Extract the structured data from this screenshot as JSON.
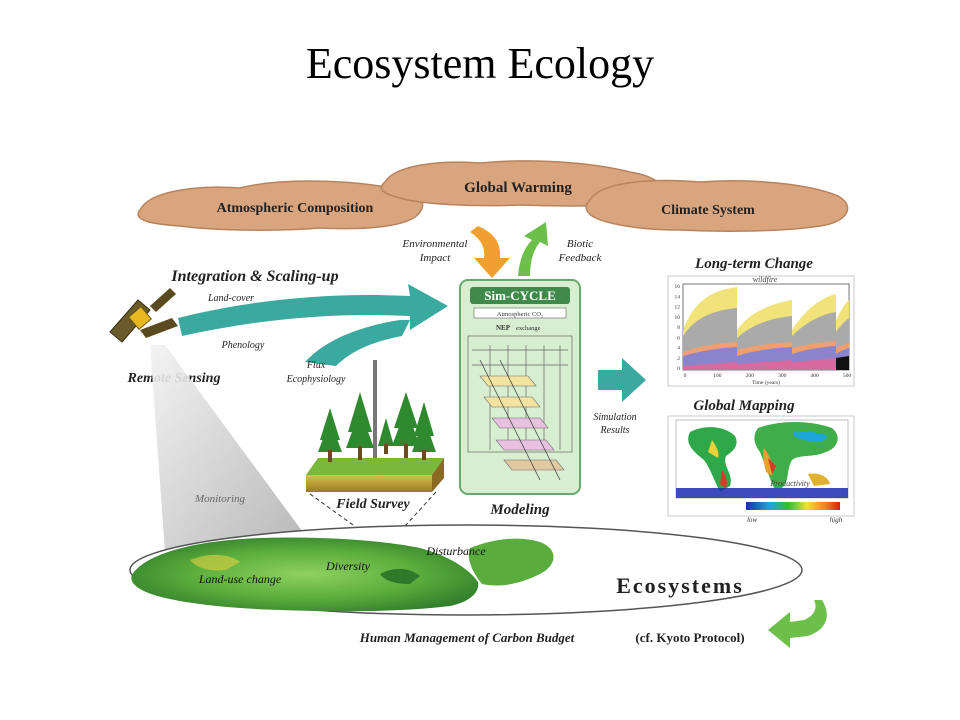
{
  "title": "Ecosystem Ecology",
  "clouds": {
    "left": "Atmospheric Composition",
    "center": "Global Warming",
    "right": "Climate System"
  },
  "labels": {
    "environmental_impact_1": "Environmental",
    "environmental_impact_2": "Impact",
    "biotic_feedback_1": "Biotic",
    "biotic_feedback_2": "Feedback",
    "integration": "Integration & Scaling-up",
    "land_cover": "Land-cover",
    "phenology": "Phenology",
    "flux_1": "Flux",
    "flux_2": "Ecophysiology",
    "remote_sensing": "Remote Sensing",
    "monitoring": "Monitoring",
    "field_survey": "Field Survey",
    "modeling": "Modeling",
    "simulation_1": "Simulation",
    "simulation_2": "Results",
    "long_term_change": "Long-term Change",
    "wildfire": "wildfire",
    "global_mapping": "Global Mapping",
    "productivity": "Productivity",
    "low": "low",
    "high": "high",
    "disturbance": "Disturbance",
    "diversity": "Diversity",
    "land_use_change": "Land-use change",
    "ecosystems": "Ecosystems",
    "human_management": "Human Management of Carbon Budget",
    "kyoto": "(cf. Kyoto Protocol)"
  },
  "model_box": {
    "title": "Sim-CYCLE",
    "atmosphere": "Atmospheric CO₂",
    "nep": "NEP",
    "exchange": "exchange"
  },
  "long_term_chart": {
    "x_ticks": [
      "0",
      "100",
      "200",
      "300",
      "400",
      "500"
    ],
    "y_ticks": [
      "0",
      "2",
      "4",
      "6",
      "8",
      "10",
      "12",
      "14",
      "16"
    ],
    "xlabel": "Time (years)"
  },
  "colors": {
    "cloud": "#d9a57f",
    "cloud_edge": "#b8835c",
    "teal_arrow": "#3aa99f",
    "orange_arrow": "#f0a030",
    "green_arrow": "#6cc04a",
    "model_bg": "#d8eed0",
    "model_border": "#6aa870"
  }
}
